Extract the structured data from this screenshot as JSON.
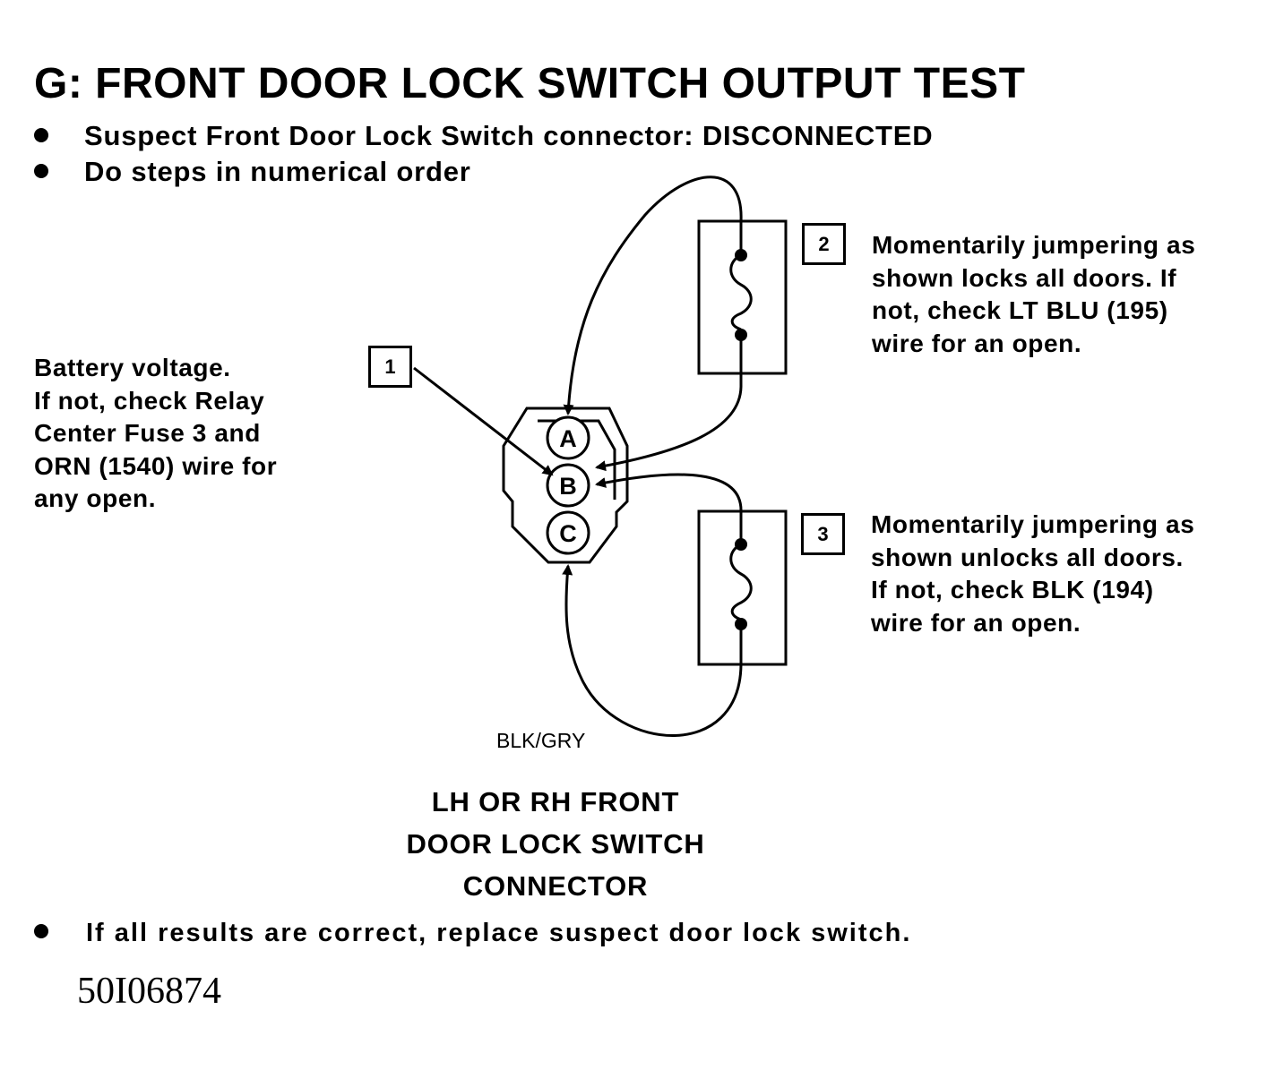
{
  "title": "G: FRONT DOOR LOCK SWITCH OUTPUT TEST",
  "bullets": [
    "Suspect Front Door Lock Switch connector: DISCONNECTED",
    "Do steps in numerical order"
  ],
  "steps": [
    {
      "number": "1",
      "lines": [
        "Battery voltage.",
        "If not, check Relay",
        "Center Fuse 3 and",
        "ORN (1540) wire for",
        "any open."
      ]
    },
    {
      "number": "2",
      "lines": [
        "Momentarily jumpering as",
        "shown locks all doors. If",
        "not, check LT BLU (195)",
        "wire for an open."
      ]
    },
    {
      "number": "3",
      "lines": [
        "Momentarily jumpering as",
        "shown unlocks all doors.",
        "If not, check BLK (194)",
        "wire for an open."
      ]
    }
  ],
  "connector": {
    "pins": [
      "A",
      "B",
      "C"
    ],
    "wire_label": "BLK/GRY",
    "caption": [
      "LH OR RH FRONT",
      "DOOR LOCK SWITCH",
      "CONNECTOR"
    ]
  },
  "final_bullet": "If all results are correct, replace suspect door lock switch.",
  "doc_id": "50I06874"
}
